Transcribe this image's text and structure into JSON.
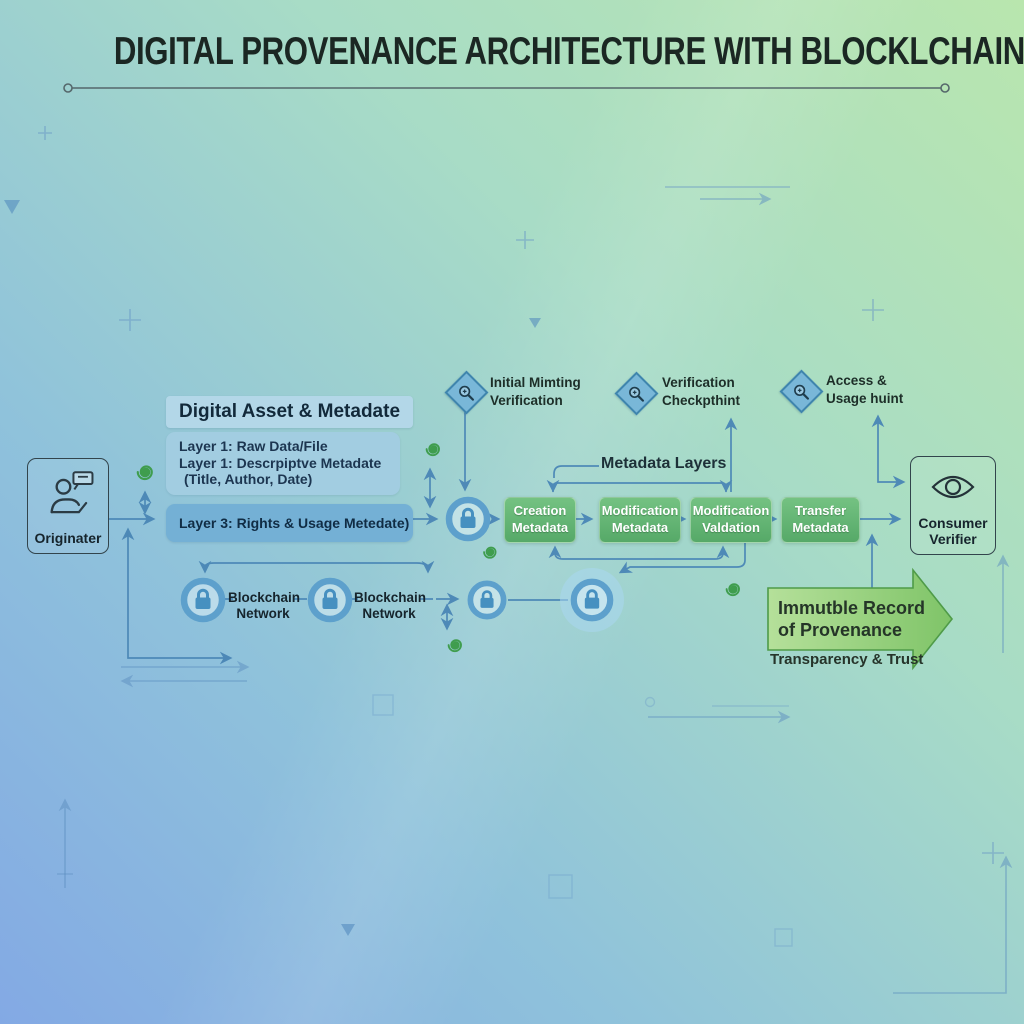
{
  "title": "DIGITAL PROVENANCE ARCHITECTURE WITH BLOCKLCHAIN",
  "nodes": {
    "originator": {
      "label": "Originater"
    },
    "consumer": {
      "line1": "Consumer",
      "line2": "Verifier"
    }
  },
  "asset": {
    "header": "Digital Asset & Metadate",
    "layers": {
      "line1": "Layer 1: Raw Data/File",
      "line2": "Layer 1: Descrpiptve Metadate",
      "line3": "(Title, Author, Date)"
    },
    "layer3": "Layer 3: Rights & Usage Metedate)"
  },
  "checkpoints": {
    "c1": {
      "line1": "Initial Mimting",
      "line2": "Verification"
    },
    "c2": {
      "line1": "Verification",
      "line2": "Checkpthint"
    },
    "c3": {
      "line1": "Access &",
      "line2": "Usage huint"
    }
  },
  "pipeline": {
    "b1": {
      "line1": "Creation",
      "line2": "Metadata"
    },
    "b2": {
      "line1": "Modification",
      "line2": "Metadata"
    },
    "b3": {
      "line1": "Modification",
      "line2": "Valdation"
    },
    "b4": {
      "line1": "Transfer",
      "line2": "Metadata"
    }
  },
  "labels": {
    "metadata_layers": "Metadata Layers",
    "blockchain1_line1": "Blockchain",
    "blockchain1_line2": "Network",
    "blockchain2_line1": "Blockchain",
    "blockchain2_line2": "Network"
  },
  "banner": {
    "line1": "Immutble Record",
    "line2": "of Provenance",
    "caption": "Transparency & Trust"
  },
  "icons": {
    "originator": "person-speech-icon",
    "checkpoints": "magnifier-icon",
    "blockchain_nodes": "lock-icon",
    "consumer": "eye-icon",
    "decorations": "spiral-icon"
  },
  "colors": {
    "arrow": "#4a86b6",
    "spiral": "#3f9d4e",
    "node_ring": "#5da0cc",
    "pipeline_green": "#5fae6e",
    "diamond_blue": "#79b7d8",
    "banner_green": "#8ecb74",
    "bg_top_right": "#b9e6ae",
    "bg_bottom_left": "#83a9e4"
  }
}
